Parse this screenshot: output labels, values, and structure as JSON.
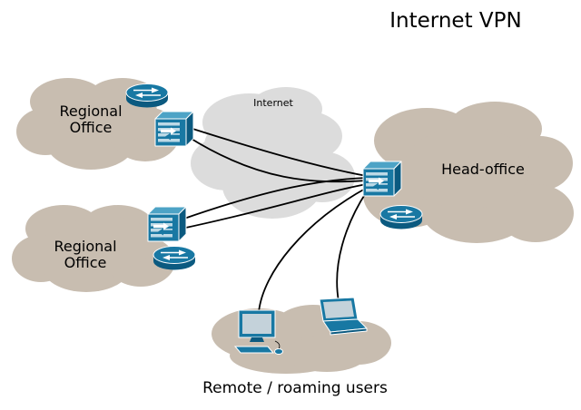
{
  "title": "Internet VPN",
  "labels": {
    "internet_cloud": "Internet",
    "regional_office_top": [
      "Regional",
      "Office"
    ],
    "regional_office_bottom": [
      "Regional",
      "Office"
    ],
    "head_office": "Head-office",
    "remote_users": "Remote / roaming users"
  },
  "icons": {
    "router": "router-icon",
    "vpn_gateway": "vpn-gateway-icon",
    "desktop": "desktop-computer-icon",
    "laptop": "laptop-icon"
  },
  "colors": {
    "background": "#ffffff",
    "office_cloud": "#c8bdb0",
    "internet_cloud": "#dcdcdc",
    "device_primary": "#1878a3",
    "device_shadow": "#0b5a80",
    "device_highlight": "#4da3c6",
    "device_stripe": "#bcd9e6",
    "screen": "#c4d2da",
    "connection_line": "#000000",
    "text": "#000000"
  }
}
